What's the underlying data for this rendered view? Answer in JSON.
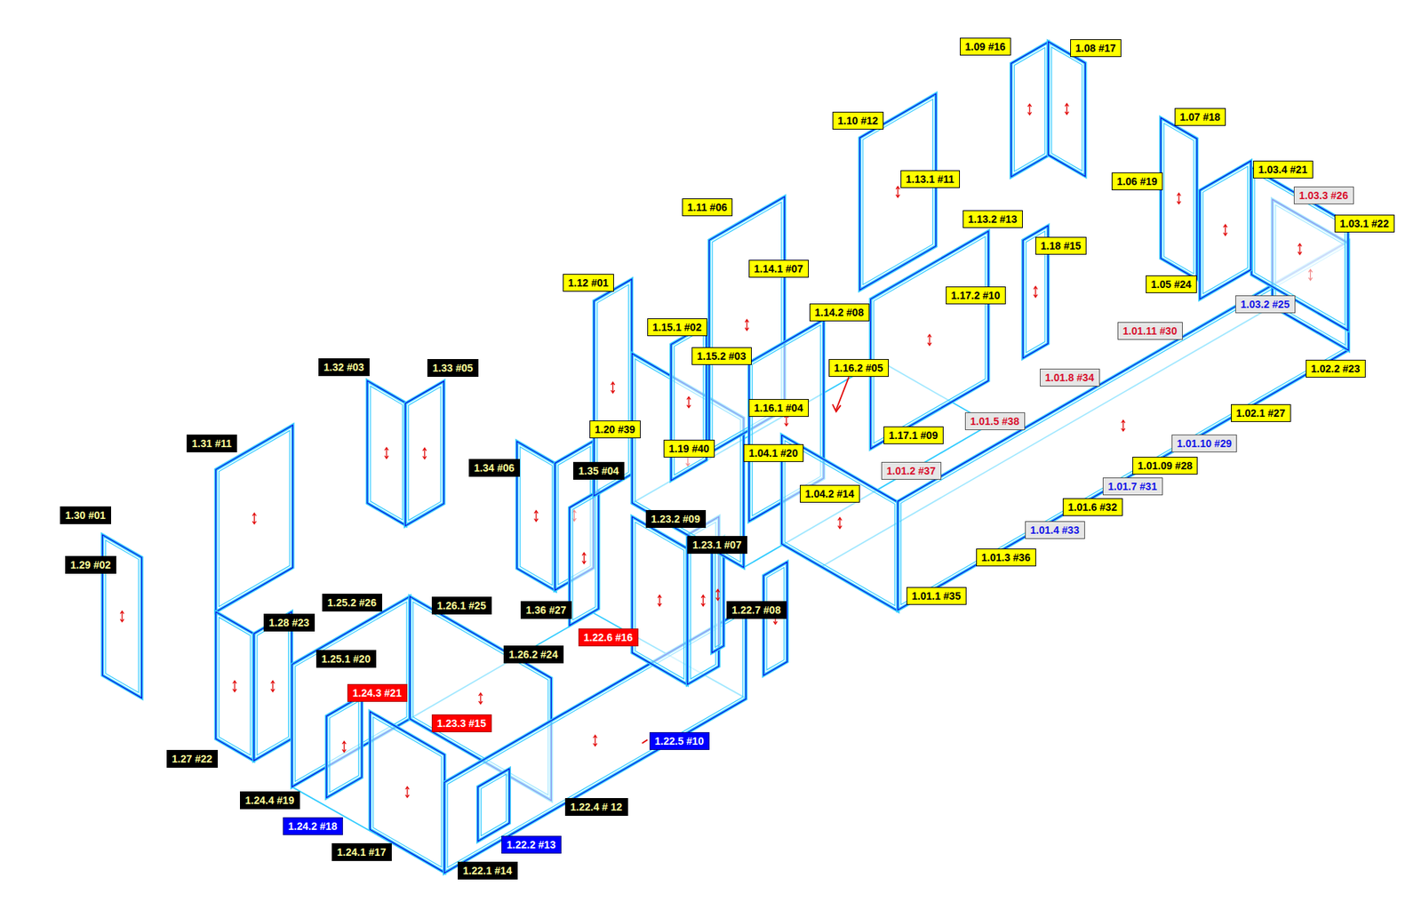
{
  "diagram": {
    "nodes": [
      {
        "text": [
          "1.09 #16"
        ]
      },
      {
        "text": [
          "1.08 #17"
        ]
      },
      {
        "text": [
          "1.10 #12"
        ]
      },
      {
        "text": [
          "1.07 #18"
        ]
      },
      {
        "text": [
          "1.03.4 #21"
        ]
      },
      {
        "text": [
          "1.06 #19"
        ]
      },
      {
        "text": [
          "1.13.1 #11"
        ]
      },
      {
        "text": [
          "1.03.3 #26"
        ]
      },
      {
        "text": [
          "1.11 #06"
        ]
      },
      {
        "text": [
          "1.13.2 #13"
        ]
      },
      {
        "text": [
          "1.03.1 #22"
        ]
      },
      {
        "text": [
          "1.18 #15"
        ]
      },
      {
        "text": [
          "1.14.1 #07"
        ]
      },
      {
        "text": [
          "1.12 #01"
        ]
      },
      {
        "text": [
          "1.05 #24"
        ]
      },
      {
        "text": [
          "1.17.2 #10"
        ]
      },
      {
        "text": [
          "1.03.2 #25"
        ]
      },
      {
        "text": [
          "1.14.2 #08"
        ]
      },
      {
        "text": [
          "1.15.1 #02"
        ]
      },
      {
        "text": [
          "1.01.11 #30"
        ]
      },
      {
        "text": [
          "1.15.2 #03"
        ]
      },
      {
        "text": [
          "1.32 #03"
        ]
      },
      {
        "text": [
          "1.33 #05"
        ]
      },
      {
        "text": [
          "1.16.2 #05"
        ]
      },
      {
        "text": [
          "1.02.2 #23"
        ]
      },
      {
        "text": [
          "1.01.8 #34"
        ]
      },
      {
        "text": [
          "1.16.1 #04"
        ]
      },
      {
        "text": [
          "1.02.1 #27"
        ]
      },
      {
        "text": [
          "1.01.5 #38"
        ]
      },
      {
        "text": [
          "1.20 #39"
        ]
      },
      {
        "text": [
          "1.17.1 #09"
        ]
      },
      {
        "text": [
          "1.31 #11"
        ]
      },
      {
        "text": [
          "1.01.10 #29"
        ]
      },
      {
        "text": [
          "1.19 #40"
        ]
      },
      {
        "text": [
          "1.04.1 #20"
        ]
      },
      {
        "text": [
          "1.01.09 #28"
        ]
      },
      {
        "text": [
          "1.34 #06"
        ]
      },
      {
        "text": [
          "1.35 #04"
        ]
      },
      {
        "text": [
          "1.01.2 #37"
        ]
      },
      {
        "text": [
          "1.01.7 #31"
        ]
      },
      {
        "text": [
          "1.04.2 #14"
        ]
      },
      {
        "text": [
          "1.01.6 #32"
        ]
      },
      {
        "text": [
          "1.30 #01"
        ]
      },
      {
        "text": [
          "1.23.2 #09"
        ]
      },
      {
        "text": [
          "1.01.4 #33"
        ]
      },
      {
        "text": [
          "1.23.1 #07"
        ]
      },
      {
        "text": [
          "1.01.3 #36"
        ]
      },
      {
        "text": [
          "1.29 #02"
        ]
      },
      {
        "text": [
          "1.01.1 #35"
        ]
      },
      {
        "text": [
          "1.25.2 #26"
        ]
      },
      {
        "text": [
          "1.26.1 #25"
        ]
      },
      {
        "text": [
          "1.36 #27"
        ]
      },
      {
        "text": [
          "1.22.7 #08"
        ]
      },
      {
        "text": [
          "1.28 #23"
        ]
      },
      {
        "text": [
          "1.22.6 #16"
        ]
      },
      {
        "text": [
          "1.26.2 #24"
        ]
      },
      {
        "text": [
          "1.25.1 #20"
        ]
      },
      {
        "text": [
          "1.24.3 #21"
        ]
      },
      {
        "text": [
          "1.23.3 #15"
        ]
      },
      {
        "text": [
          "1.22.5 #10"
        ]
      },
      {
        "text": [
          "1.27 #22"
        ]
      },
      {
        "text": [
          "1.24.4 #19"
        ]
      },
      {
        "text": [
          "1.22.4 # 12"
        ]
      },
      {
        "text": [
          "1.24.2 #18"
        ]
      },
      {
        "text": [
          "1.22.2 #13"
        ]
      },
      {
        "text": [
          "1.24.1 #17"
        ]
      },
      {
        "text": [
          "1.22.1 #14"
        ]
      }
    ]
  }
}
